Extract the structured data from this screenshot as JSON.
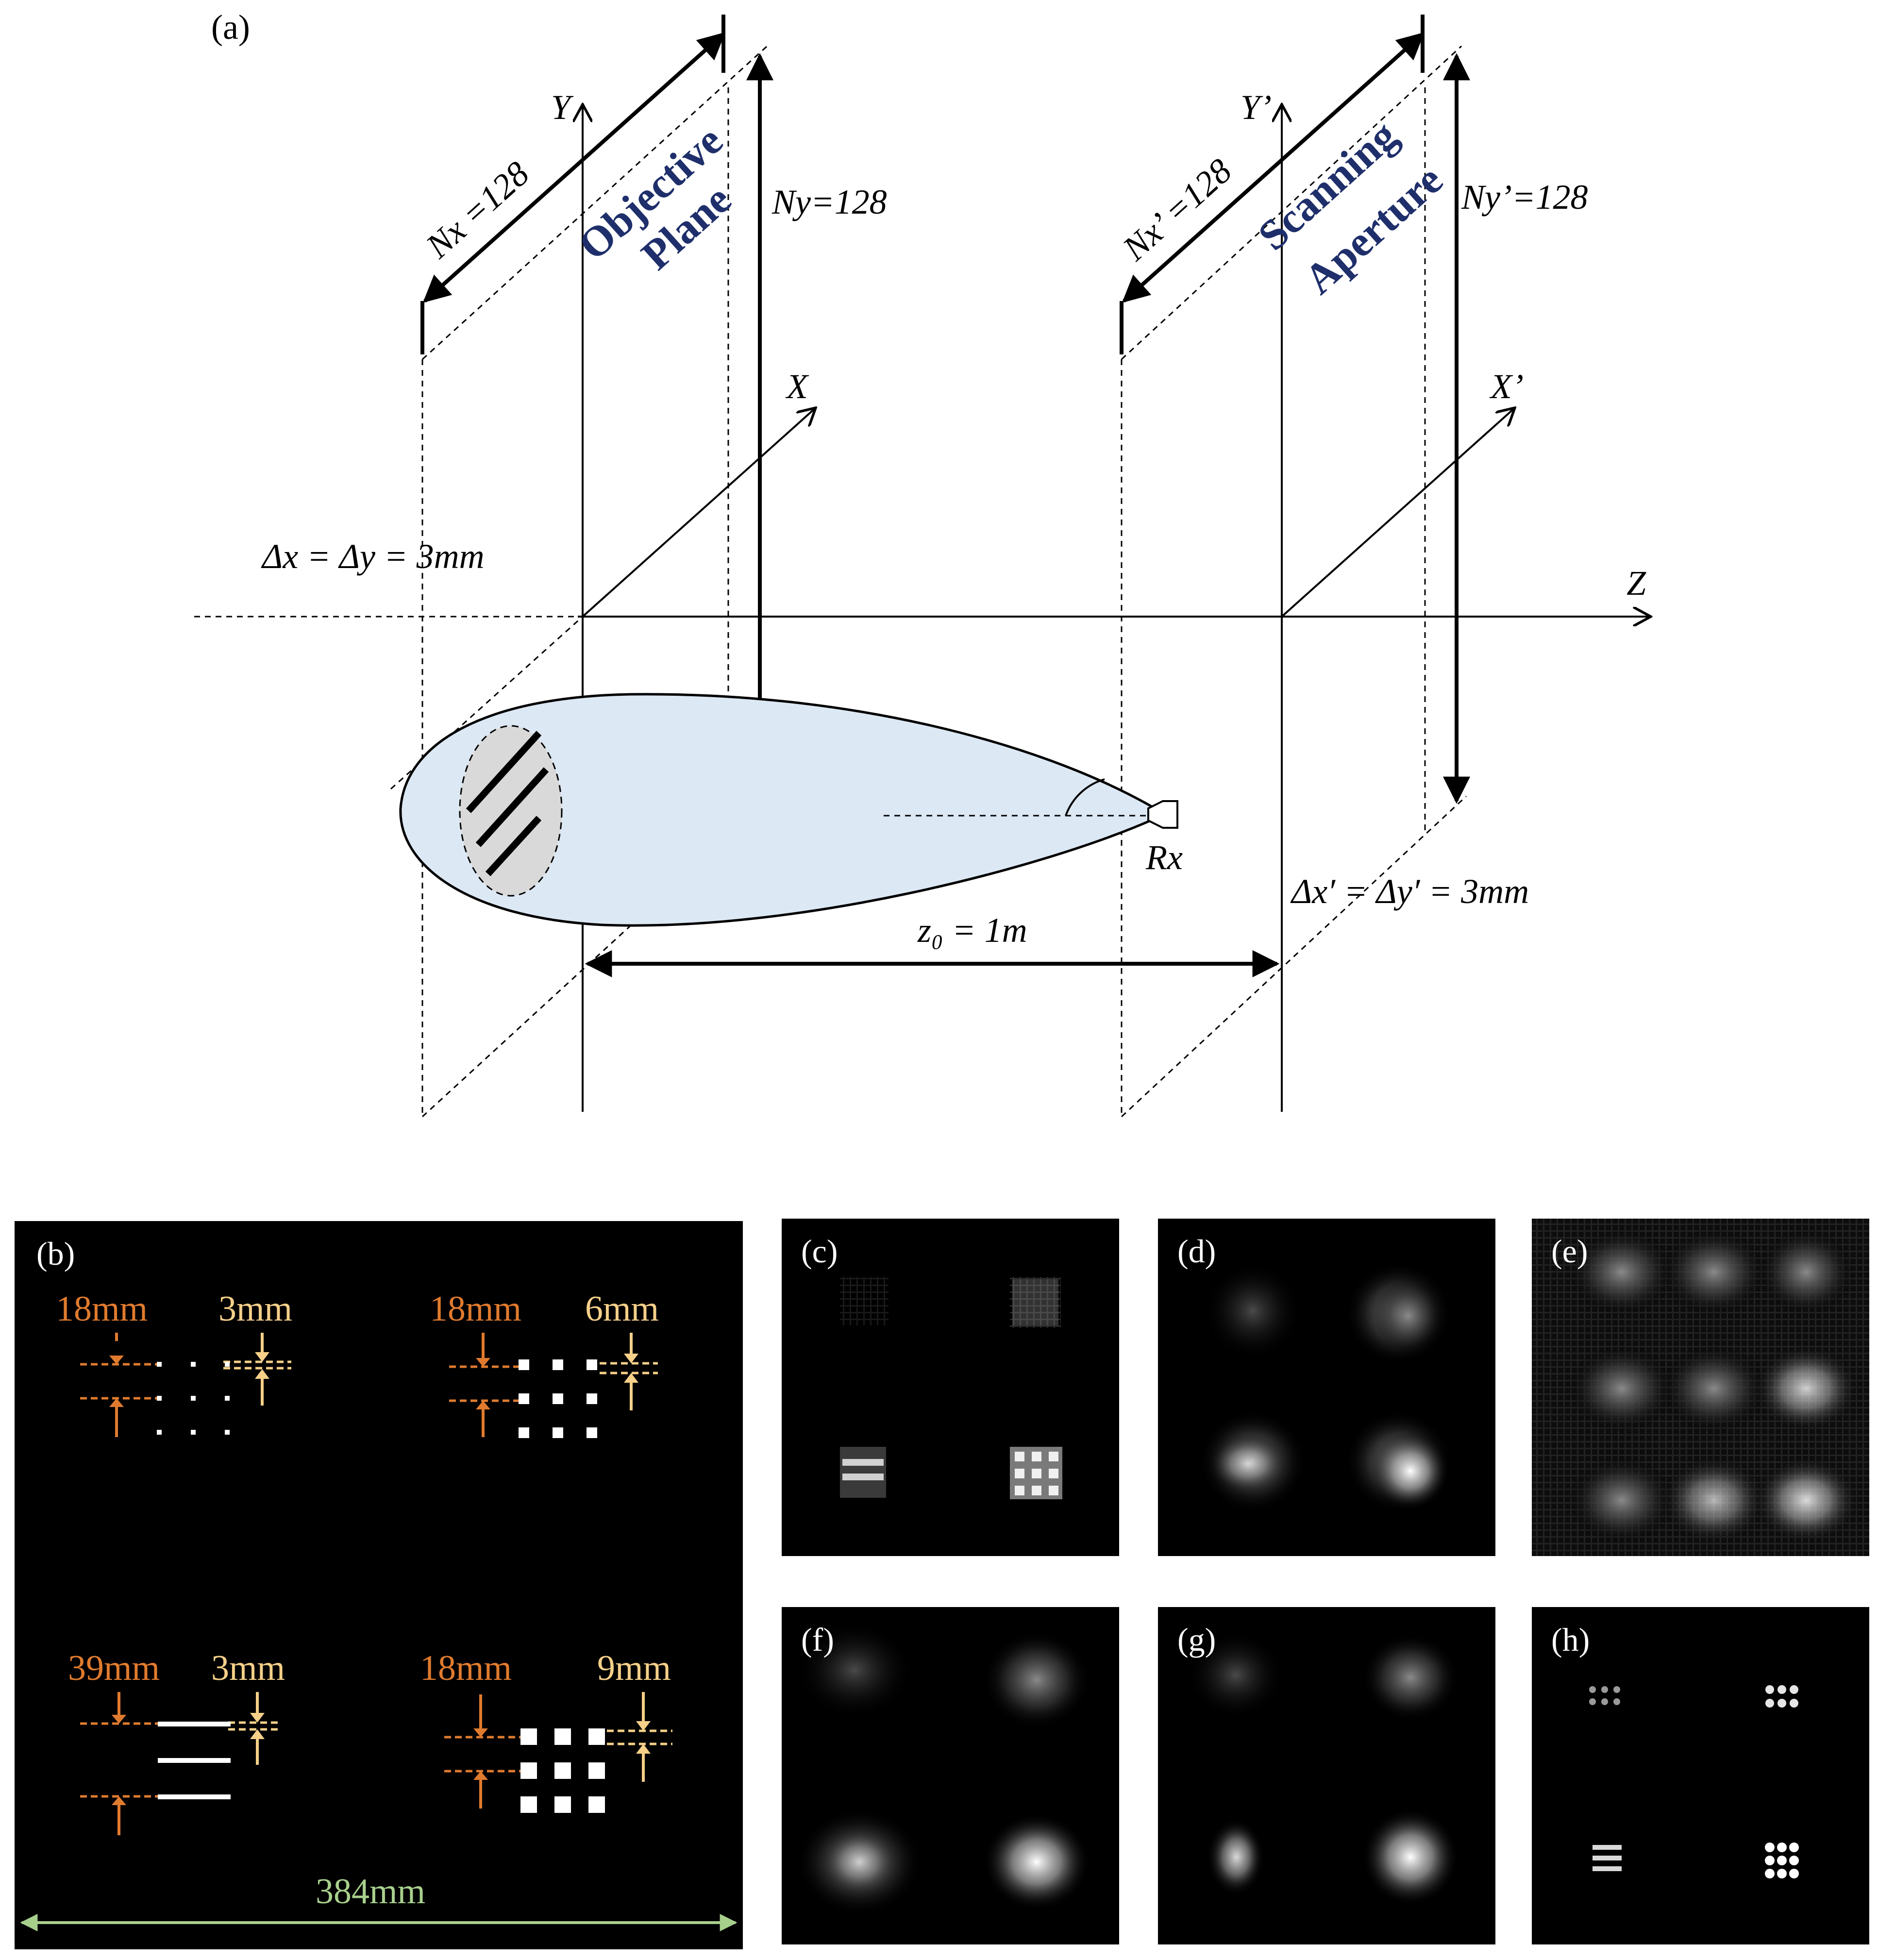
{
  "panel_a": {
    "label": "(a)",
    "objective": {
      "title_line1": "Objective",
      "title_line2": "Plane",
      "nx": "Nx =128",
      "ny": "Ny=128",
      "axis_x": "X",
      "axis_y": "Y",
      "spacing": "Δx = Δy = 3mm"
    },
    "aperture": {
      "title_line1": "Scanning",
      "title_line2": "Aperture",
      "nx": "Nx’ =128",
      "ny": "Ny’=128",
      "axis_x": "X’",
      "axis_y": "Y’",
      "spacing": "Δx′ = Δy′ = 3mm"
    },
    "axis_z": "Z",
    "receiver": "Rx",
    "distance": "z₀ = 1m",
    "colors": {
      "beam_fill": "#dce8f4",
      "target_fill": "#d9d9d9",
      "title_color": "#1f2f6b"
    }
  },
  "panel_b": {
    "label": "(b)",
    "groups": [
      {
        "gap_label": "18mm",
        "size_label": "3mm"
      },
      {
        "gap_label": "18mm",
        "size_label": "6mm"
      },
      {
        "gap_label": "39mm",
        "size_label": "3mm"
      },
      {
        "gap_label": "18mm",
        "size_label": "9mm"
      }
    ],
    "width_label": "384mm",
    "colors": {
      "gap": "#e07b2e",
      "size": "#f6d089",
      "width": "#a8d08d"
    }
  },
  "results": [
    {
      "label": "(c)",
      "kind": "sharp"
    },
    {
      "label": "(d)",
      "kind": "blurred-squares"
    },
    {
      "label": "(e)",
      "kind": "noisy-grid"
    },
    {
      "label": "(f)",
      "kind": "soft-blobs"
    },
    {
      "label": "(g)",
      "kind": "soft-blobs"
    },
    {
      "label": "(h)",
      "kind": "dots"
    }
  ]
}
